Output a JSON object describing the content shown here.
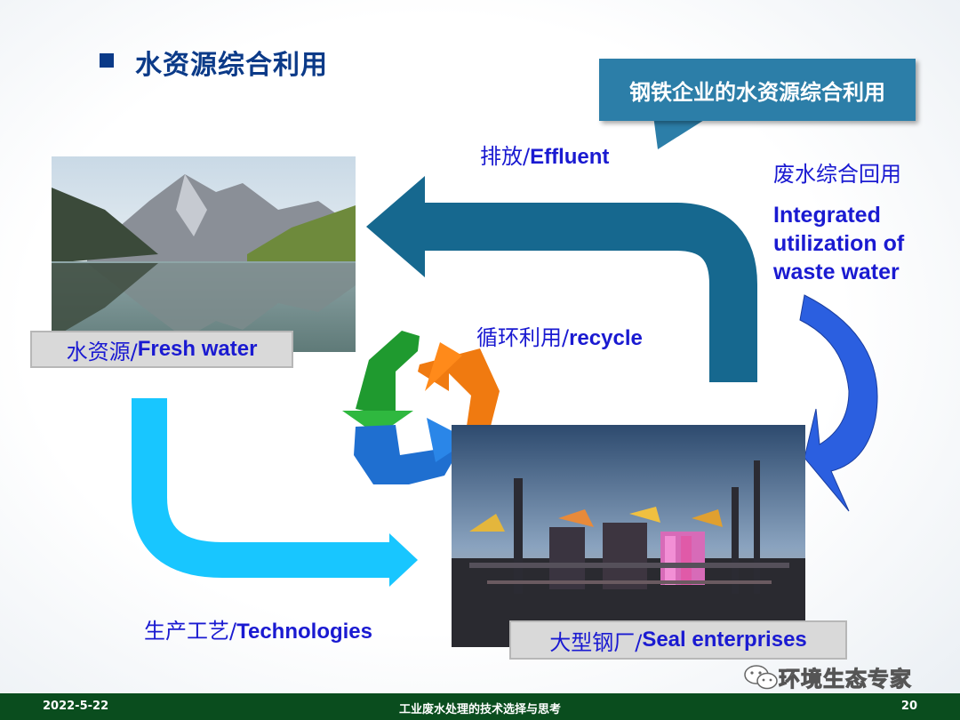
{
  "slide": {
    "title": "水资源综合利用",
    "callout": "钢铁企业的水资源综合利用"
  },
  "labels": {
    "fresh_water_cn": "水资源/",
    "fresh_water_en": "Fresh water",
    "seal_cn": "大型钢厂/",
    "seal_en": "Seal enterprises",
    "effluent_cn": "排放/",
    "effluent_en": "Effluent",
    "recycle_cn": "循环利用/",
    "recycle_en": "recycle",
    "tech_cn": "生产工艺/",
    "tech_en": "Technologies",
    "wastewater_cn": "废水综合回用",
    "wastewater_en_1": "Integrated",
    "wastewater_en_2": "utilization of",
    "wastewater_en_3": "waste water"
  },
  "watermark": "环境生态专家",
  "footer": {
    "date": "2022-5-22",
    "center": "工业废水处理的技术选择与思考",
    "page": "20"
  },
  "colors": {
    "title": "#0b3a88",
    "callout": "#2c7ea8",
    "effluent_arrow": "#16688f",
    "tech_arrow": "#18c6ff",
    "wastewater_arrow": "#2b5fe0",
    "recycle_green": "#1f9a2f",
    "recycle_orange": "#f07a10",
    "recycle_blue": "#1f6fd0",
    "label_text": "#1a1ad1",
    "footer": "#0a4d1e"
  }
}
